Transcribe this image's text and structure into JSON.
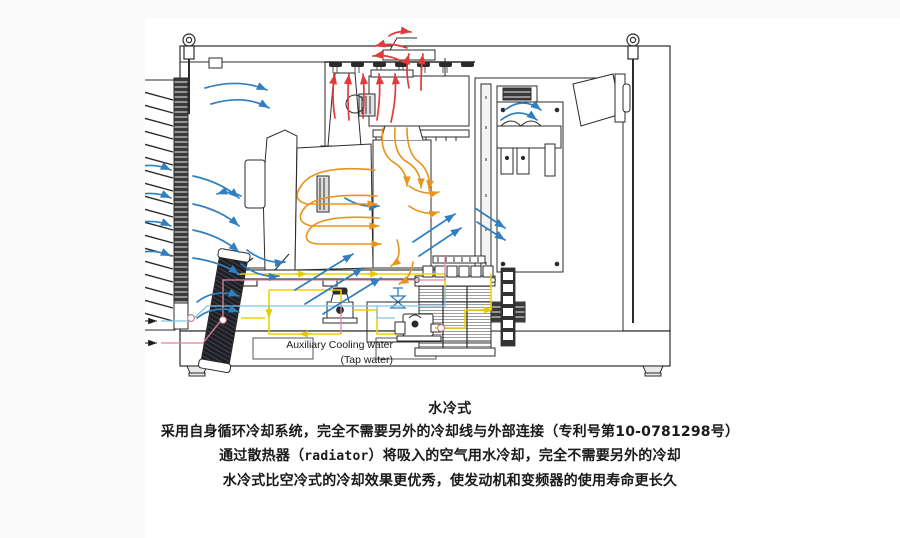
{
  "page": {
    "background_color": "#fafafa",
    "panel_color": "#ffffff"
  },
  "diagram": {
    "title": "water-cooled generator set cutaway",
    "labels": {
      "auxiliary_cooling_water": "Auxiliary Cooling water",
      "tap_water": "(Tap water)"
    },
    "colors": {
      "outline": "#2b2b2b",
      "cool_air": "#2f7fc1",
      "hot_air": "#e03a3a",
      "internal_air": "#e8941a",
      "coolant": "#f2d200",
      "water_supply": "#e3849a",
      "water_return": "#7fc4e8",
      "fill_light": "#f7f7f7",
      "grille_dark": "#3a3a3a"
    },
    "legend_semantics": {
      "cool_air": "blue arrows - cool intake air",
      "hot_air": "red arrows - hot exhaust air",
      "internal_air": "orange arrows - internal circulating air",
      "coolant": "yellow lines - closed coolant circuit",
      "water_supply": "pink line - auxiliary cooling water supply",
      "water_return": "light blue line - tap water return"
    }
  },
  "caption": {
    "title": "水冷式",
    "line1": "采用自身循环冷却系统，完全不需要另外的冷却线与外部连接（专利号第10-0781298号）",
    "line2_pre": "通过散热器（",
    "line2_mono": "radiator",
    "line2_post": "）将吸入的空气用水冷却，完全不需要另外的冷却",
    "line3": "水冷式比空冷式的冷却效果更优秀，使发动机和变频器的使用寿命更长久"
  }
}
